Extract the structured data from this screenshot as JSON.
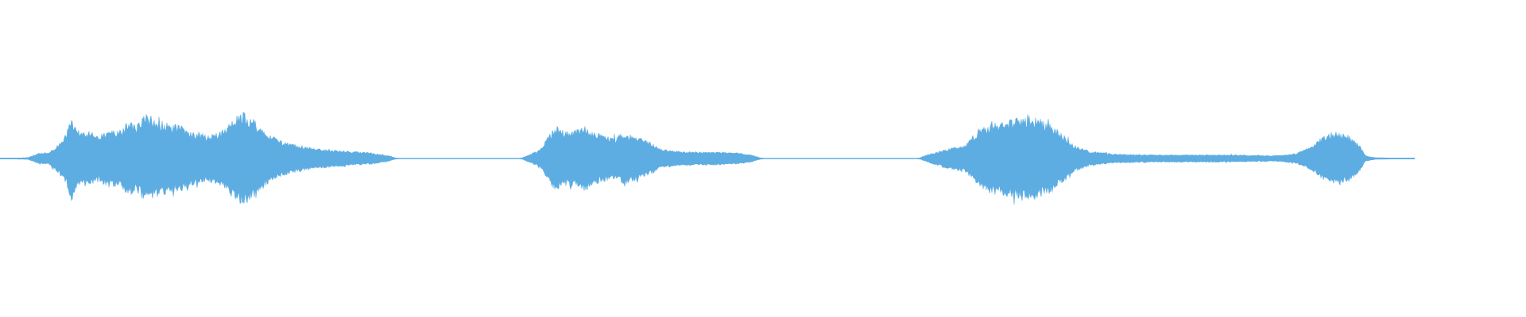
{
  "waveform": {
    "color": "#5dade2",
    "background": "#ffffff",
    "segments": [
      {
        "name": "segment-1",
        "envelope": [
          [
            0.0,
            0.0
          ],
          [
            0.035,
            0.02
          ],
          [
            0.05,
            0.12
          ],
          [
            0.06,
            0.12
          ],
          [
            0.072,
            0.28
          ],
          [
            0.082,
            0.5
          ],
          [
            0.09,
            0.9
          ],
          [
            0.098,
            0.62
          ],
          [
            0.11,
            0.58
          ],
          [
            0.125,
            0.5
          ],
          [
            0.138,
            0.62
          ],
          [
            0.15,
            0.58
          ],
          [
            0.162,
            0.8
          ],
          [
            0.172,
            0.72
          ],
          [
            0.185,
            0.96
          ],
          [
            0.198,
            0.82
          ],
          [
            0.21,
            0.76
          ],
          [
            0.225,
            0.72
          ],
          [
            0.238,
            0.6
          ],
          [
            0.25,
            0.56
          ],
          [
            0.262,
            0.5
          ],
          [
            0.278,
            0.58
          ],
          [
            0.292,
            0.82
          ],
          [
            0.305,
            1.0
          ],
          [
            0.318,
            0.86
          ],
          [
            0.332,
            0.6
          ],
          [
            0.35,
            0.4
          ],
          [
            0.37,
            0.3
          ],
          [
            0.395,
            0.22
          ],
          [
            0.42,
            0.18
          ],
          [
            0.445,
            0.15
          ],
          [
            0.47,
            0.12
          ],
          [
            0.49,
            0.06
          ],
          [
            0.5,
            0.0
          ]
        ]
      },
      {
        "name": "segment-2",
        "envelope": [
          [
            0.655,
            0.0
          ],
          [
            0.665,
            0.08
          ],
          [
            0.68,
            0.2
          ],
          [
            0.692,
            0.55
          ],
          [
            0.7,
            0.72
          ],
          [
            0.71,
            0.58
          ],
          [
            0.722,
            0.6
          ],
          [
            0.735,
            0.72
          ],
          [
            0.748,
            0.56
          ],
          [
            0.76,
            0.5
          ],
          [
            0.772,
            0.44
          ],
          [
            0.786,
            0.56
          ],
          [
            0.8,
            0.46
          ],
          [
            0.815,
            0.38
          ],
          [
            0.83,
            0.22
          ],
          [
            0.85,
            0.16
          ],
          [
            0.88,
            0.14
          ],
          [
            0.91,
            0.14
          ],
          [
            0.93,
            0.12
          ],
          [
            0.945,
            0.08
          ],
          [
            0.96,
            0.0
          ]
        ]
      },
      {
        "name": "segment-3",
        "envelope": [
          [
            1.155,
            0.0
          ],
          [
            1.17,
            0.1
          ],
          [
            1.185,
            0.18
          ],
          [
            1.2,
            0.24
          ],
          [
            1.215,
            0.3
          ],
          [
            1.23,
            0.56
          ],
          [
            1.245,
            0.74
          ],
          [
            1.26,
            0.8
          ],
          [
            1.275,
            0.84
          ],
          [
            1.29,
            0.92
          ],
          [
            1.305,
            0.86
          ],
          [
            1.32,
            0.76
          ],
          [
            1.335,
            0.56
          ],
          [
            1.35,
            0.3
          ],
          [
            1.37,
            0.16
          ],
          [
            1.4,
            0.1
          ],
          [
            1.45,
            0.08
          ],
          [
            1.5,
            0.08
          ],
          [
            1.55,
            0.08
          ],
          [
            1.6,
            0.06
          ],
          [
            1.63,
            0.1
          ],
          [
            1.65,
            0.26
          ],
          [
            1.665,
            0.48
          ],
          [
            1.68,
            0.58
          ],
          [
            1.695,
            0.52
          ],
          [
            1.71,
            0.3
          ],
          [
            1.718,
            0.06
          ],
          [
            1.73,
            0.02
          ],
          [
            1.78,
            0.0
          ]
        ]
      }
    ]
  }
}
